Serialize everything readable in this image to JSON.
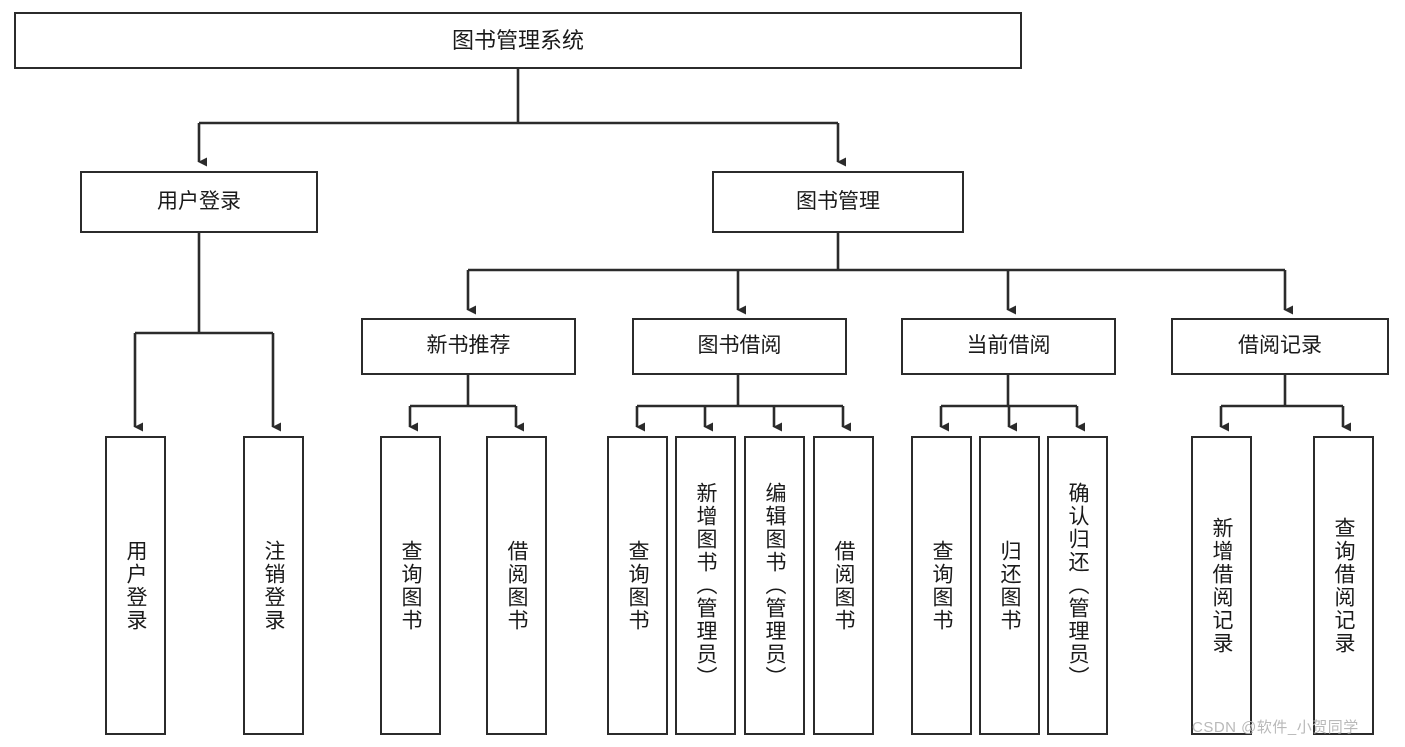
{
  "diagram": {
    "title": "图书管理系统",
    "type": "tree-hierarchy-diagram",
    "watermark": "CSDN @软件_小贺同学",
    "colors": {
      "background": "#ffffff",
      "node_border": "#2b2b2b",
      "node_fill": "#ffffff",
      "edge": "#2b2b2b",
      "text": "#1a1a1a",
      "watermark": "#b9b9b9"
    },
    "nodes": {
      "root": {
        "label": "图书管理系统"
      },
      "level1": [
        {
          "label": "用户登录"
        },
        {
          "label": "图书管理"
        }
      ],
      "level2": [
        {
          "label": "新书推荐"
        },
        {
          "label": "图书借阅"
        },
        {
          "label": "当前借阅"
        },
        {
          "label": "借阅记录"
        }
      ],
      "leaves": {
        "user_login": [
          {
            "label": "用户登录"
          },
          {
            "label": "注销登录"
          }
        ],
        "new_book_recommend": [
          {
            "label": "查询图书"
          },
          {
            "label": "借阅图书"
          }
        ],
        "book_borrow": [
          {
            "label": "查询图书"
          },
          {
            "label": "新增图书（管理员）"
          },
          {
            "label": "编辑图书（管理员）"
          },
          {
            "label": "借阅图书"
          }
        ],
        "current_borrow": [
          {
            "label": "查询图书"
          },
          {
            "label": "归还图书"
          },
          {
            "label": "确认归还（管理员）"
          }
        ],
        "borrow_record": [
          {
            "label": "新增借阅记录"
          },
          {
            "label": "查询借阅记录"
          }
        ]
      }
    }
  }
}
